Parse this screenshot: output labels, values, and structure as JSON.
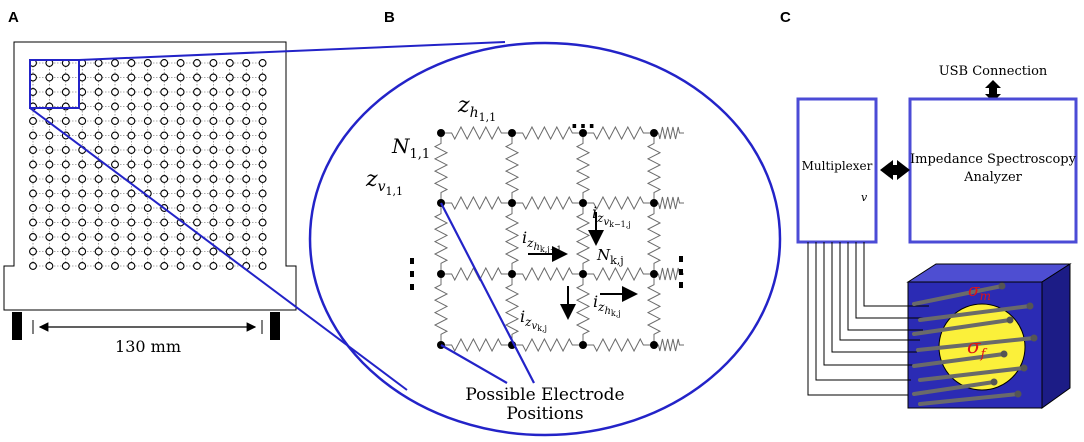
{
  "panels": {
    "a": {
      "letter": "A",
      "scale_label": "130 mm",
      "grid_rows": 15,
      "grid_cols": 15
    },
    "b": {
      "letter": "B",
      "node_top_left": "N",
      "node_top_left_sub": "1,1",
      "z_h_label": "z",
      "z_h_sub": "h",
      "z_h_subsub": "1,1",
      "z_v_label": "z",
      "z_v_sub": "v",
      "z_v_subsub": "1,1",
      "node_kj": "N",
      "node_kj_sub": "k,j",
      "current_h_prev": "i",
      "current_h_prev_sub": "z",
      "current_h_prev_subsub": "h",
      "current_h_prev_subsubsub": "k,j−1",
      "current_v_prev": "i",
      "current_v_prev_sub": "z",
      "current_v_prev_subsub": "v",
      "current_v_prev_subsubsub": "k−1,j",
      "current_v": "i",
      "current_v_sub": "z",
      "current_v_subsub": "v",
      "current_v_subsubsub": "k,j",
      "current_h": "i",
      "current_h_sub": "z",
      "current_h_subsub": "h",
      "current_h_subsubsub": "k,j",
      "ellipsis_top": "⋯",
      "electrode_label_line1": "Possible Electrode",
      "electrode_label_line2": "Positions"
    },
    "c": {
      "letter": "C",
      "usb_label": "USB Connection",
      "multiplexer_label": "Multiplexer",
      "multiplexer_v": "v",
      "analyzer_line1": "Impedance Spectroscopy",
      "analyzer_line2": "Analyzer",
      "sigma_m": "σ",
      "sigma_m_sub": "m",
      "sigma_f": "σ",
      "sigma_f_sub": "f"
    }
  },
  "colors": {
    "blue_outline": "#2323c8",
    "box_blue": "#4b4bd6",
    "cube_front": "#2b2bb4",
    "cube_top": "#4e4ed2",
    "cube_side": "#1c1c86",
    "sphere_yellow": "#fbf03a",
    "sigma_red": "#e01414"
  }
}
